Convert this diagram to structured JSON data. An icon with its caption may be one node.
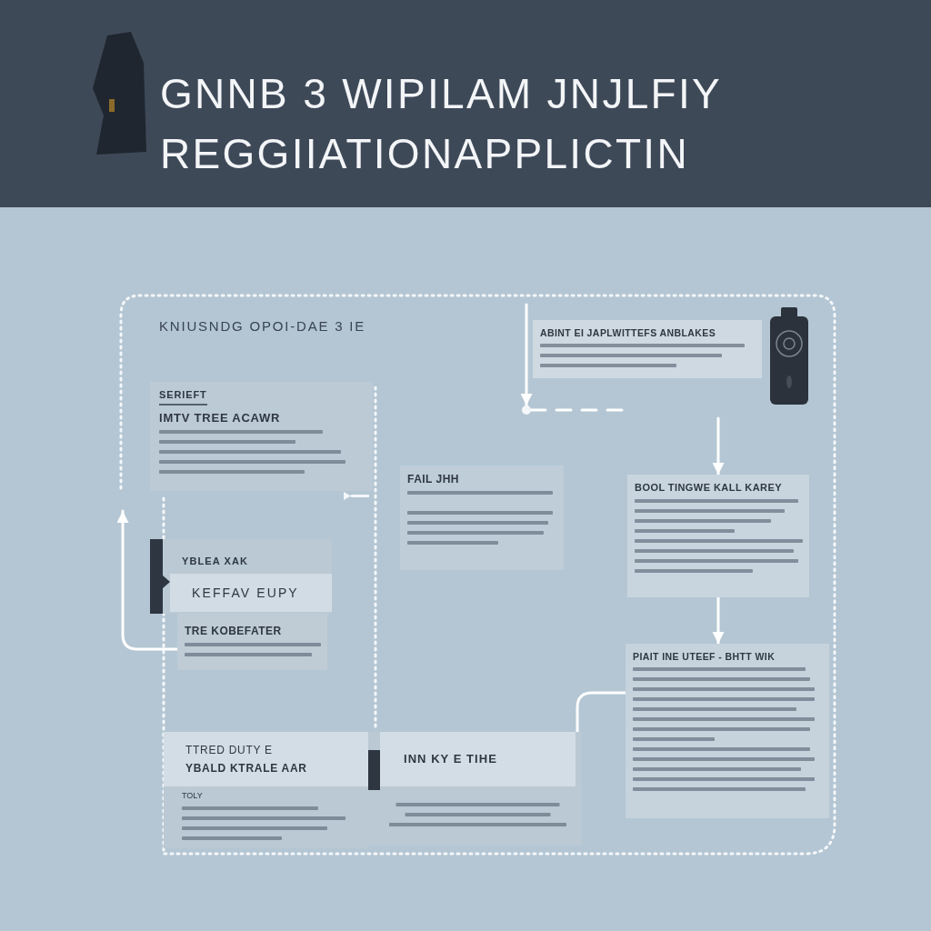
{
  "diagram": {
    "title": "GNNB 3 WIPILAM JNJLFIY REGGIIATIONAPPLICTIN",
    "nodes": [
      {
        "text": [
          "KNIUSNDG OPOI-DAE 3 IE"
        ]
      },
      {
        "text": [
          "SERIEFT",
          "IMTV TREE ACAWR"
        ],
        "in": 0
      },
      {
        "text": [
          "ABINT EI JAPLWITTEFS ANBLAKES"
        ],
        "in": 0
      },
      {
        "text": [],
        "shape": "circle",
        "in": 0
      },
      {
        "text": [
          "FAIL JHH"
        ],
        "in": 0
      },
      {
        "text": [
          "BOOL TINGWE KALL KAREY"
        ],
        "in": 0
      },
      {
        "text": [
          "YBLEA XAK",
          "KEFFAV EUPY"
        ],
        "in": 0
      },
      {
        "text": [
          "TRE KOBEFATER"
        ],
        "in": 0
      },
      {
        "text": [
          "PIAIT INE UTEEF - BHTT WIK"
        ],
        "in": 0
      },
      {
        "text": [
          "TTRED DUTY E",
          "YBALD KTRALE AAR",
          "TOLY"
        ],
        "in": 0
      },
      {
        "text": [
          "INN KY E TIHE"
        ],
        "in": 0
      }
    ],
    "edges": [
      {
        "from": null,
        "to": 3,
        "arrow": "to"
      },
      {
        "from": 3,
        "to": null,
        "arrow": "none",
        "style": "dashed"
      },
      {
        "from": null,
        "to": 5,
        "arrow": "to"
      },
      {
        "from": 5,
        "to": 8,
        "arrow": "to"
      },
      {
        "from": 10,
        "to": 8,
        "arrow": "none"
      },
      {
        "from": 7,
        "to": null,
        "arrow": "to"
      }
    ]
  }
}
